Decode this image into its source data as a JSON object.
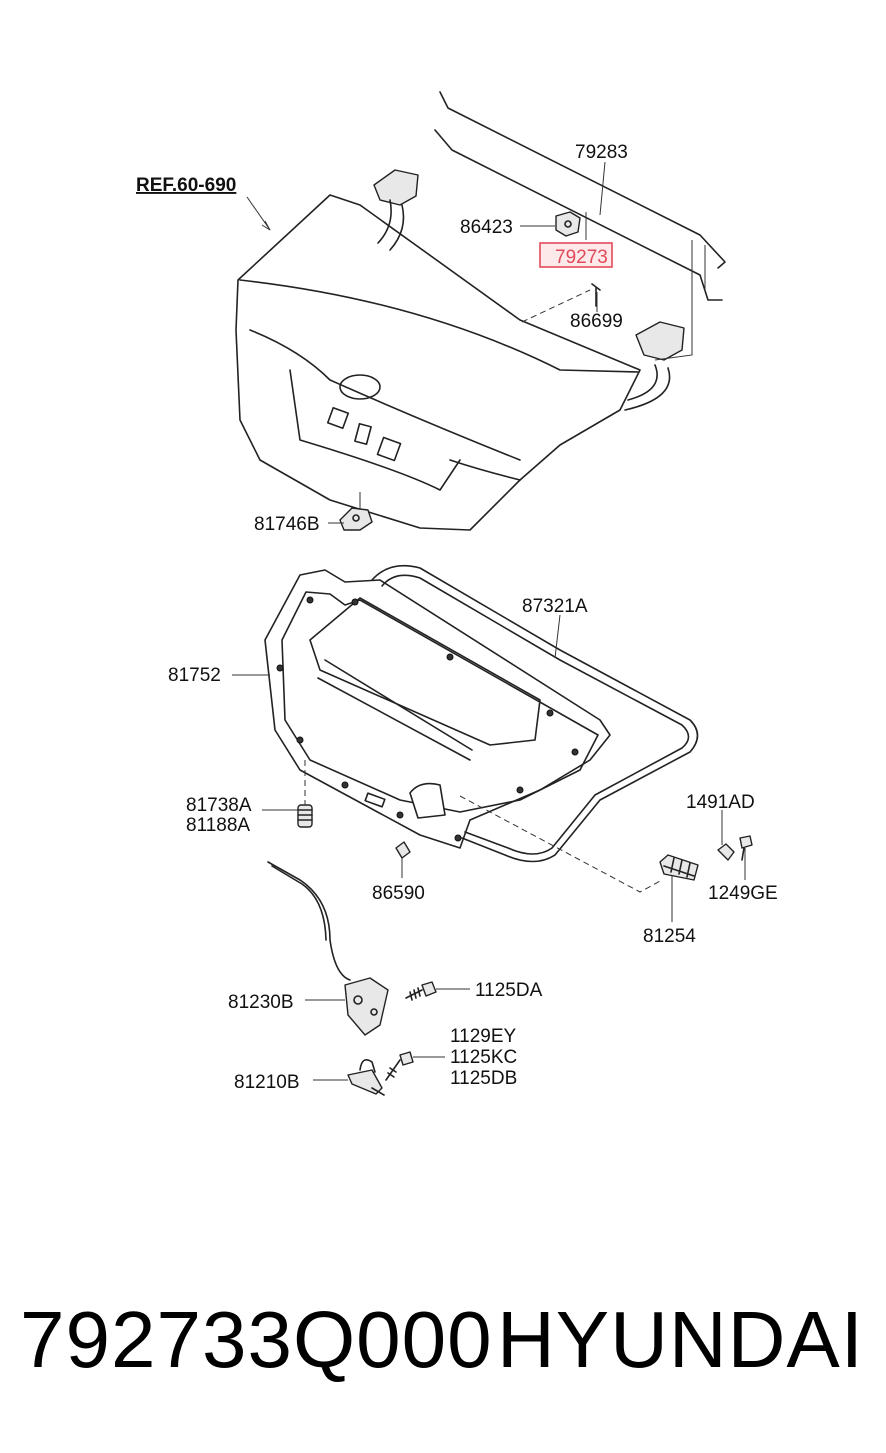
{
  "diagram": {
    "reference_label": "REF.60-690",
    "highlighted_part": "79273",
    "callouts": {
      "p79283": "79283",
      "p86423": "86423",
      "p79273": "79273",
      "p86699": "86699",
      "p81746B": "81746B",
      "p87321A": "87321A",
      "p81752": "81752",
      "p81738A": "81738A",
      "p81188A": "81188A",
      "p86590": "86590",
      "p1491AD": "1491AD",
      "p1249GE": "1249GE",
      "p81254": "81254",
      "p81230B": "81230B",
      "p1125DA": "1125DA",
      "p1129EY": "1129EY",
      "p1125KC": "1125KC",
      "p1125DB": "1125DB",
      "p81210B": "81210B"
    },
    "colors": {
      "highlight": "#e04a5a",
      "line": "#222222"
    }
  },
  "footer": {
    "part_number": "792733Q000",
    "brand": "HYUNDAI"
  }
}
